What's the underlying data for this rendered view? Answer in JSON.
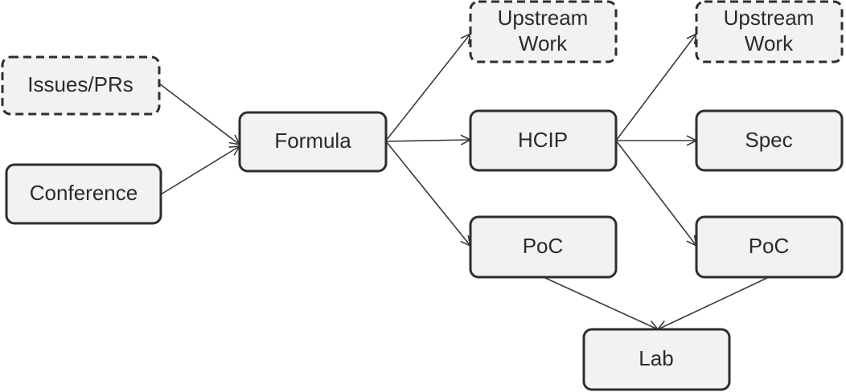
{
  "diagram": {
    "nodes": {
      "issues_prs": {
        "lines": [
          "Issues/PRs"
        ],
        "style": "dashed"
      },
      "conference": {
        "lines": [
          "Conference"
        ],
        "style": "solid"
      },
      "formula": {
        "lines": [
          "Formula"
        ],
        "style": "solid"
      },
      "upstream_work_1": {
        "lines": [
          "Upstream",
          "Work"
        ],
        "style": "dashed"
      },
      "hcip": {
        "lines": [
          "HCIP"
        ],
        "style": "solid"
      },
      "poc_1": {
        "lines": [
          "PoC"
        ],
        "style": "solid"
      },
      "upstream_work_2": {
        "lines": [
          "Upstream",
          "Work"
        ],
        "style": "dashed"
      },
      "spec": {
        "lines": [
          "Spec"
        ],
        "style": "solid"
      },
      "poc_2": {
        "lines": [
          "PoC"
        ],
        "style": "solid"
      },
      "lab": {
        "lines": [
          "Lab"
        ],
        "style": "solid"
      }
    },
    "edges": [
      {
        "from": "issues_prs",
        "to": "formula"
      },
      {
        "from": "conference",
        "to": "formula"
      },
      {
        "from": "formula",
        "to": "upstream_work_1"
      },
      {
        "from": "formula",
        "to": "hcip"
      },
      {
        "from": "formula",
        "to": "poc_1"
      },
      {
        "from": "hcip",
        "to": "upstream_work_2"
      },
      {
        "from": "hcip",
        "to": "spec"
      },
      {
        "from": "hcip",
        "to": "poc_2"
      },
      {
        "from": "poc_1",
        "to": "lab"
      },
      {
        "from": "poc_2",
        "to": "lab"
      }
    ],
    "colors": {
      "node_fill": "#f2f2f2",
      "node_stroke": "#2e2e2e",
      "edge": "#3a3a3a",
      "text": "#2a2a2a"
    }
  }
}
